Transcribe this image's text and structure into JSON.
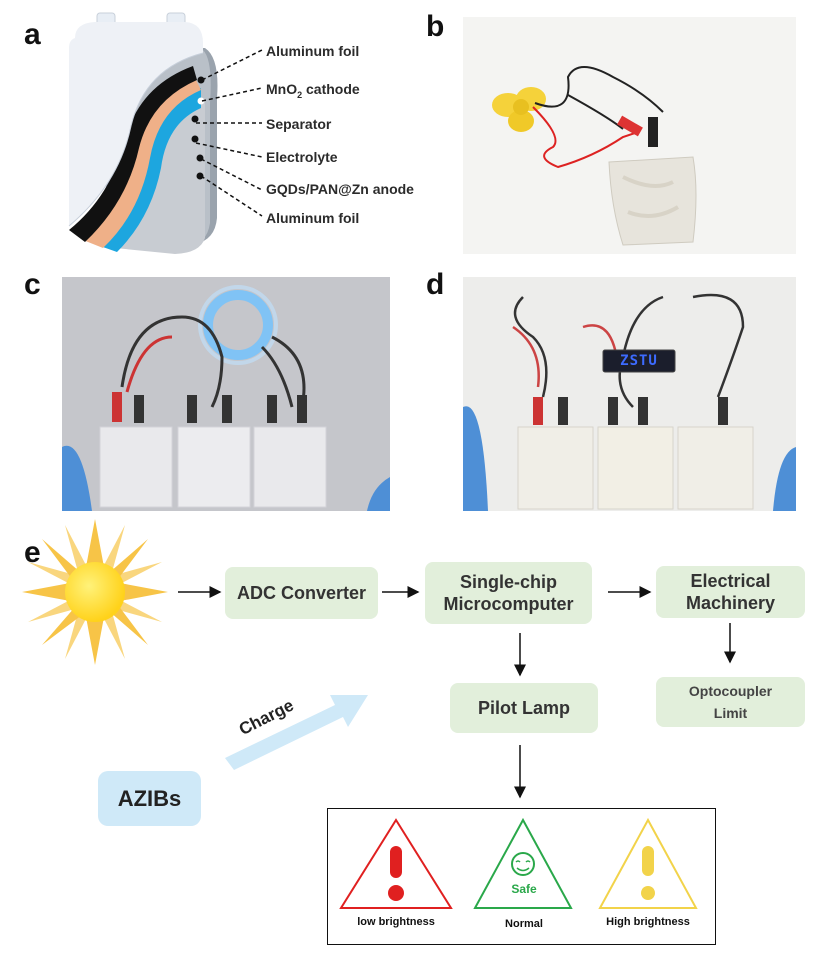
{
  "panels": {
    "a": "a",
    "b": "b",
    "c": "c",
    "d": "d",
    "e": "e"
  },
  "layers": [
    {
      "label": "Aluminum foil"
    },
    {
      "label": "MnO",
      "sub": "2",
      "suffix": " cathode"
    },
    {
      "label": "Separator"
    },
    {
      "label": "Electrolyte"
    },
    {
      "label": "GQDs/PAN@Zn anode"
    },
    {
      "label": "Aluminum foil"
    }
  ],
  "display_text": "ZSTU",
  "flow": {
    "adc": "ADC Converter",
    "mcu_line1": "Single-chip",
    "mcu_line2": "Microcomputer",
    "machine_line1": "Electrical",
    "machine_line2": "Machinery",
    "pilot": "Pilot Lamp",
    "opto_line1": "Optocoupler",
    "opto_line2": "Limit",
    "azibs": "AZIBs",
    "charge": "Charge"
  },
  "status": [
    {
      "label": "low brightness",
      "color": "#e02020"
    },
    {
      "label": "Normal",
      "sub_label": "Safe",
      "color": "#2aa84a"
    },
    {
      "label": "High brightness",
      "color": "#f2d34a"
    }
  ],
  "colors": {
    "flow_box": "#e2efdb",
    "azib_box": "#cfe9f8",
    "sun": "#ffe23a",
    "charge_arrow": "#cfe9f8"
  }
}
